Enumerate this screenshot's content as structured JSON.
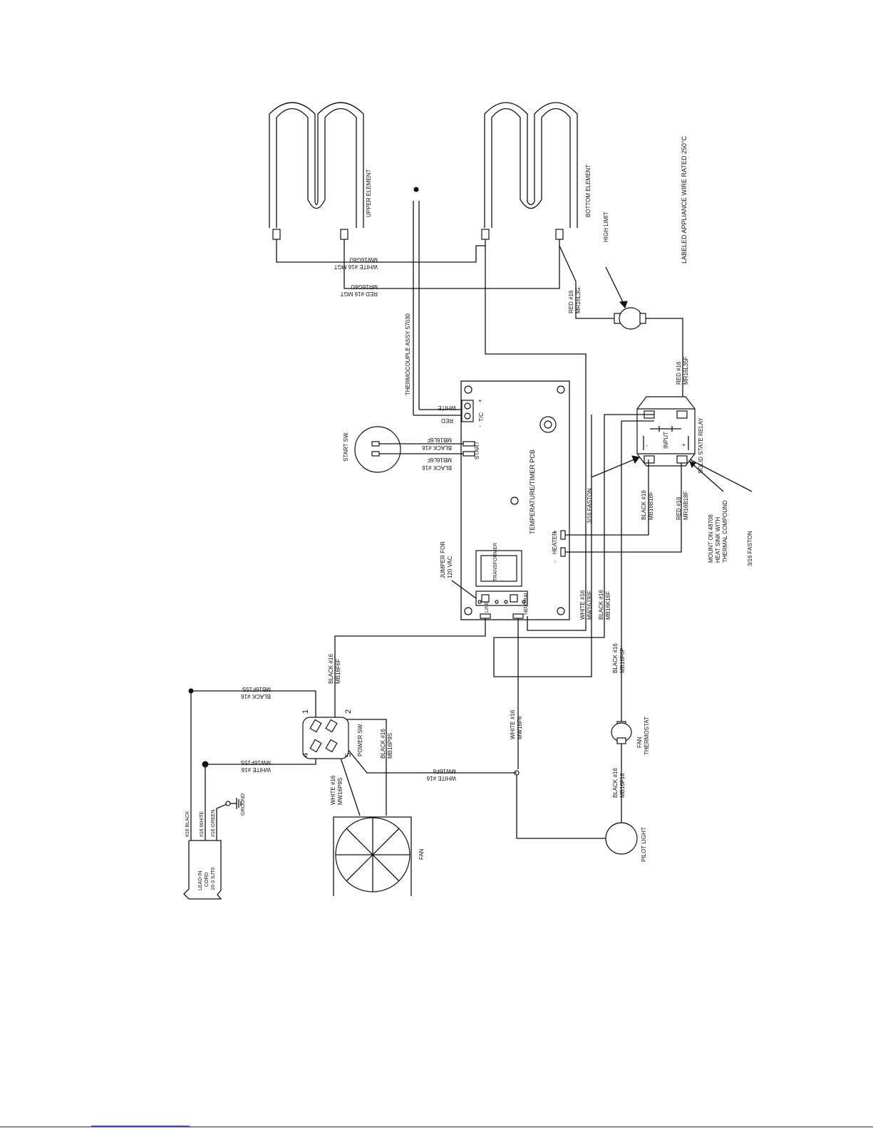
{
  "labels": {
    "upper_element": "UPPER ELEMENT",
    "bottom_element": "BOTTOM ELEMENT",
    "wiring_note": "LABELED APPLIANCE WIRE RATED 250°C",
    "high_limit": "HIGH LIMIT",
    "white16_mgt": "WHITE #16 MGT",
    "mw16g6u": "MW16G6U",
    "red16_mgt": "RED #16 MGT",
    "mr16g6u": "MR16G6U",
    "thermocouple": "THERMOCOUPLE ASSY 57030",
    "red16_a": "RED #16",
    "mr16l3g": "MR16L3G",
    "red16_b": "RED #16",
    "mr16l35f": "MR16L35F",
    "tc_white": "WHITE",
    "tc_red": "RED",
    "tc_label": "T/C",
    "start_sw": "START SW.",
    "black16_a": "BLACK #16",
    "mb16l6f_a": "MB16L6F",
    "black16_b": "BLACK #16",
    "mb16l6f_b": "MB16L6F",
    "start_label": "START",
    "pcb_label": "TEMPERATURE/TIMER PCB",
    "faston_a": "3/16 FASTON",
    "faston_b": "3/16 FASTON",
    "ssr_label": "SOLID STATE RELAY",
    "ssr_input": "INPUT",
    "black16_c": "BLACK #16",
    "mb16b18f": "MB16B18F",
    "red16_c": "RED #16",
    "mr16b18f": "MR16B18F",
    "mount_1": "MOUNT ON 48708",
    "mount_2": "HEAT SINK WITH",
    "mount_3": "THERMAL COMPOUND",
    "heater": "HEATER",
    "jumper_1": "JUMPER FOR",
    "jumper_2": "120 VAC",
    "transformer": "TRANSFORMER",
    "line": "LINE",
    "neutral": "NEUTRAL",
    "white16_a": "WHITE #16",
    "mw16j30f": "MW16J30F",
    "black16_d": "BLACK #16",
    "mb16k16f": "MB16K16F",
    "black16_e": "BLACK #16",
    "mb16f6f": "MB16F6F",
    "black16_f": "BLACK #16",
    "mb16f6p": "MB16F6P",
    "black16_g": "BLACK #16",
    "mb16f15s": "MB16F15S",
    "white16_b": "WHITE #16",
    "mw16f15s": "MW16F15S",
    "black16_h": "BLACK #16",
    "mb16p9s": "MB16P9S",
    "power_sw": "POWER SW.",
    "white16_c": "WHITE #16",
    "mw16f6": "MW16F6",
    "white16_d": "WHITE #16",
    "mw16f6_b": "MW16F6",
    "white16_e": "WHITE #16",
    "mw16p9s": "MW16P9S",
    "fan_thermostat_1": "FAN",
    "fan_thermostat_2": "THERMOSTAT",
    "black16_i": "BLACK #16",
    "mb16f18": "MB16F18",
    "pilot_light": "PILOT LIGHT",
    "fan": "FAN",
    "ground": "GROUND",
    "cord_black": "#16 BLACK",
    "cord_white": "#16 WHITE",
    "cord_green": "#16 GREEN",
    "cord_1": "LEAD-IN",
    "cord_2": "CORD",
    "cord_3": "16-3 SJT0",
    "sw_pin1": "1",
    "sw_pin2": "2",
    "sw_pin4": "4",
    "sw_pin5": "5",
    "plus": "+",
    "minus": "-"
  }
}
